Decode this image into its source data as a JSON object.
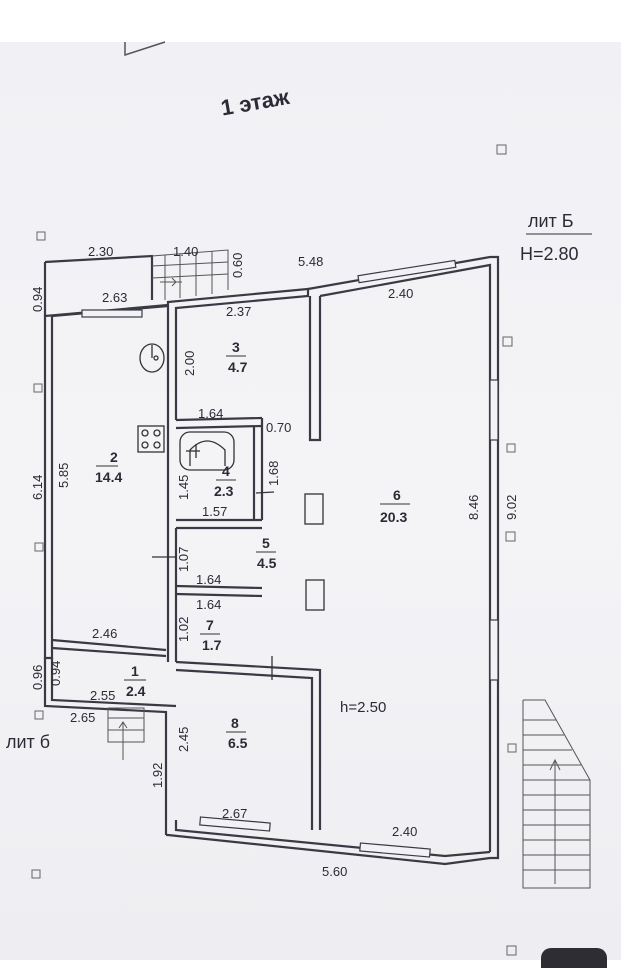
{
  "title": "1 этаж",
  "lit_main": "лит Б",
  "ceiling_main": "H=2.80",
  "lit_small": "лит б",
  "ceiling_room6": "h=2.50",
  "rooms": [
    {
      "number": "1",
      "area": "2.4"
    },
    {
      "number": "2",
      "area": "14.4"
    },
    {
      "number": "3",
      "area": "4.7"
    },
    {
      "number": "4",
      "area": "2.3"
    },
    {
      "number": "5",
      "area": "4.5"
    },
    {
      "number": "6",
      "area": "20.3"
    },
    {
      "number": "7",
      "area": "1.7"
    },
    {
      "number": "8",
      "area": "6.5"
    }
  ],
  "dimensions": {
    "d_2_30": "2.30",
    "d_1_40": "1.40",
    "d_0_60": "0.60",
    "d_5_48": "5.48",
    "d_2_40_top": "2.40",
    "d_0_94_top": "0.94",
    "d_2_63": "2.63",
    "d_2_37": "2.37",
    "d_2_00": "2.00",
    "d_1_64_a": "1.64",
    "d_0_70": "0.70",
    "d_6_14": "6.14",
    "d_5_85": "5.85",
    "d_1_45": "1.45",
    "d_1_68": "1.68",
    "d_1_57": "1.57",
    "d_8_46": "8.46",
    "d_9_02": "9.02",
    "d_1_07": "1.07",
    "d_1_64_b": "1.64",
    "d_1_64_c": "1.64",
    "d_1_02": "1.02",
    "d_2_46": "2.46",
    "d_0_96": "0.96",
    "d_0_94_bottom": "0.94",
    "d_2_55": "2.55",
    "d_2_65": "2.65",
    "d_2_45": "2.45",
    "d_1_92": "1.92",
    "d_2_67": "2.67",
    "d_2_40_bottom": "2.40",
    "d_5_60": "5.60"
  },
  "colors": {
    "wall": "#3a3a44",
    "paper": "#f2f2f6"
  }
}
